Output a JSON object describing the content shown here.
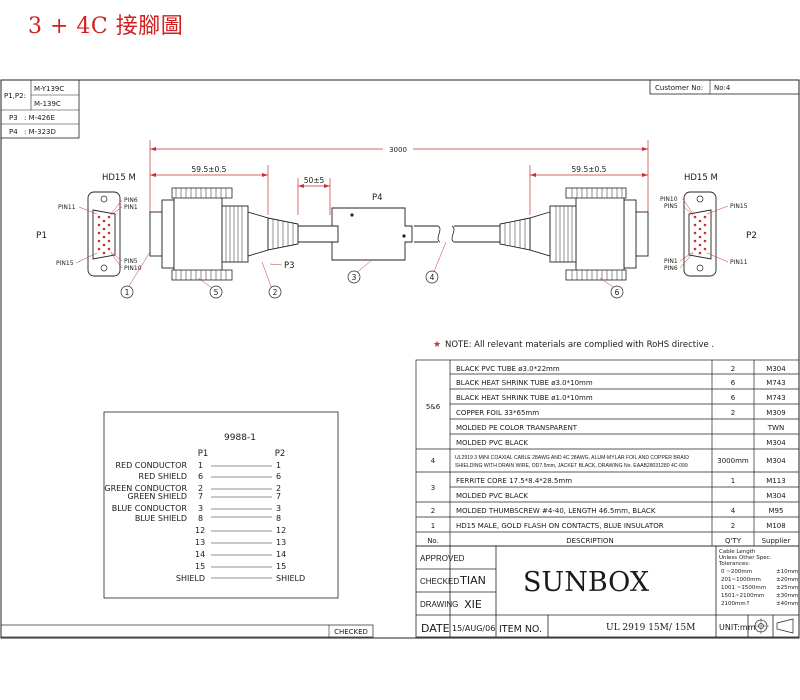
{
  "page": {
    "title": "3 + 4C  接腳圖"
  },
  "part_refs": [
    {
      "label": "P1,P2:",
      "values": [
        "M-Y139C",
        "M-139C"
      ]
    },
    {
      "label": "P3",
      "values": [
        ": M-426E"
      ]
    },
    {
      "label": "P4",
      "values": [
        ": M-323D"
      ]
    }
  ],
  "customer": {
    "label": "Customer No:",
    "value": "No:4"
  },
  "dimensions": {
    "overall": "3000",
    "left_conn": "59.5±0.5",
    "gap": "50±5",
    "right_conn": "59.5±0.5"
  },
  "connectors": {
    "p1": {
      "name": "P1",
      "type": "HD15  M",
      "pin_a": "PIN11",
      "pin_b": "PIN6",
      "pin_c": "PIN1",
      "pin_d": "PIN15",
      "pin_e": "PIN5",
      "pin_f": "PIN10"
    },
    "p2": {
      "name": "P2",
      "type": "HD15  M",
      "pin_a": "PIN10",
      "pin_b": "PIN5",
      "pin_c": "PIN15",
      "pin_d": "PIN1",
      "pin_e": "PIN6",
      "pin_f": "PIN11"
    },
    "p3": "P3",
    "p4": "P4"
  },
  "callouts": [
    "1",
    "5",
    "2",
    "3",
    "4",
    "6"
  ],
  "note": {
    "mark": "★",
    "text": "NOTE: All relevant materials are complied with RoHS directive ."
  },
  "pinout": {
    "title": "9988-1",
    "col_p1": "P1",
    "col_p2": "P2",
    "rows": [
      {
        "signal": "RED CONDUCTOR",
        "p1": "1",
        "p2": "1"
      },
      {
        "signal": "RED SHIELD",
        "p1": "6",
        "p2": "6"
      },
      {
        "signal": "GREEN CONDUCTOR",
        "p1": "2",
        "p2": "2"
      },
      {
        "signal": "GREEN SHIELD",
        "p1": "7",
        "p2": "7"
      },
      {
        "signal": "BLUE CONDUCTOR",
        "p1": "3",
        "p2": "3"
      },
      {
        "signal": "BLUE SHIELD",
        "p1": "8",
        "p2": "8"
      },
      {
        "signal": "",
        "p1": "12",
        "p2": "12"
      },
      {
        "signal": "",
        "p1": "13",
        "p2": "13"
      },
      {
        "signal": "",
        "p1": "14",
        "p2": "14"
      },
      {
        "signal": "",
        "p1": "15",
        "p2": "15"
      },
      {
        "signal": "SHIELD",
        "p1": "SHIELD",
        "p2": "SHIELD"
      }
    ]
  },
  "bom": {
    "headers": {
      "no": "No.",
      "desc": "DESCRIPTION",
      "qty": "Q'TY",
      "supplier": "Supplier"
    },
    "rows": [
      {
        "no": "5&6",
        "desc": "BLACK PVC TUBE ø3.0*22mm",
        "qty": "2",
        "supplier": "M304"
      },
      {
        "no": "",
        "desc": "BLACK HEAT SHRINK TUBE ø3.0*10mm",
        "qty": "6",
        "supplier": "M743"
      },
      {
        "no": "",
        "desc": "BLACK HEAT SHRINK TUBE ø1.0*10mm",
        "qty": "6",
        "supplier": "M743"
      },
      {
        "no": "",
        "desc": "COPPER FOIL 33*65mm",
        "qty": "2",
        "supplier": "M309"
      },
      {
        "no": "",
        "desc": "MOLDED PE COLOR TRANSPARENT",
        "qty": "",
        "supplier": "TWN"
      },
      {
        "no": "",
        "desc": "MOLDED PVC BLACK",
        "qty": "",
        "supplier": "M304"
      },
      {
        "no": "4",
        "desc": "UL2919 3 MINI COAXIAL CABLE 28AWG AND 4C 28AWG, ALUM-MYLAR FOIL AND COPPER BRAID",
        "desc2": "SHIELDING WITH DRAIN WIRE, OD7.5mm, JACKET BLACK, DRAWING No. EAAB28031280 4C-099",
        "qty": "3000mm",
        "supplier": "M304"
      },
      {
        "no": "3",
        "desc": "FERRITE CORE 17.5*8.4*28.5mm",
        "qty": "1",
        "supplier": "M113"
      },
      {
        "no": "",
        "desc": "MOLDED PVC BLACK",
        "qty": "",
        "supplier": "M304"
      },
      {
        "no": "2",
        "desc": "MOLDED THUMBSCREW #4-40, LENGTH 46.5mm, BLACK",
        "qty": "4",
        "supplier": "M95"
      },
      {
        "no": "1",
        "desc": "HD15 MALE, GOLD FLASH ON CONTACTS, BLUE INSULATOR",
        "qty": "2",
        "supplier": "M108"
      }
    ]
  },
  "title_block": {
    "approved": "APPROVED",
    "checked": "CHECKED",
    "checked_by": "TIAN",
    "drawing": "DRAWING",
    "drawn_by": "XIE",
    "date_label": "DATE",
    "date": "15/AUG/06",
    "item_label": "ITEM NO.",
    "item_no": "UL 2919 15M/ 15M",
    "brand": "SUNBOX",
    "unit": "UNIT:mm",
    "checked_footer": "CHECKED",
    "tolerance_lines": [
      "Cable Length",
      "Unless Other Spec.",
      "Tolerances:"
    ],
    "tolerances": [
      {
        "range": "0 ~200mm",
        "tol": "±10mm"
      },
      {
        "range": "201~1000mm",
        "tol": "±20mm"
      },
      {
        "range": "1001 ~1500mm",
        "tol": "±25mm"
      },
      {
        "range": "1501~2100mm",
        "tol": "±30mm"
      },
      {
        "range": "2100mm↑",
        "tol": "±40mm"
      }
    ]
  }
}
